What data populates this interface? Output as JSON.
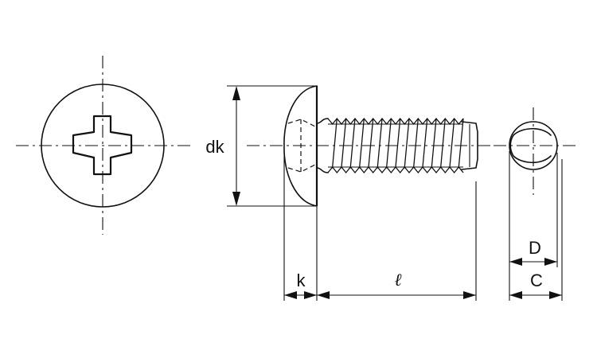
{
  "labels": {
    "dk": "dk",
    "k": "k",
    "l": "ℓ",
    "D": "D",
    "C": "C"
  },
  "thread": {
    "crest_count": 15
  },
  "colors": {
    "line": "#111111",
    "background": "#ffffff"
  }
}
